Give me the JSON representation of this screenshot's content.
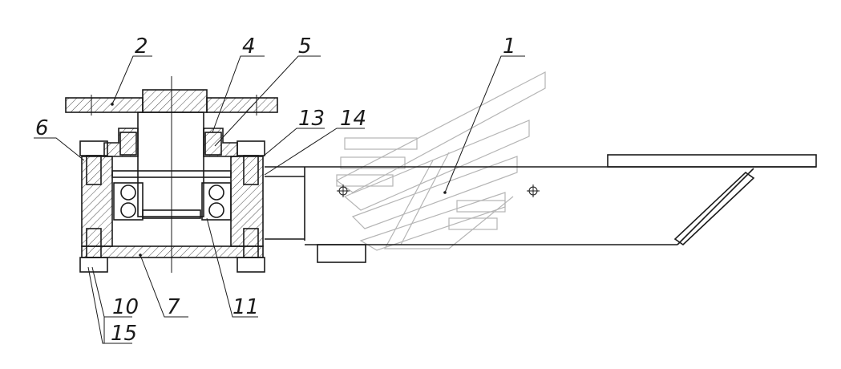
{
  "drawing": {
    "callouts": [
      {
        "id": "c1",
        "text": "1"
      },
      {
        "id": "c2",
        "text": "2"
      },
      {
        "id": "c4",
        "text": "4"
      },
      {
        "id": "c5",
        "text": "5"
      },
      {
        "id": "c6",
        "text": "6"
      },
      {
        "id": "c7",
        "text": "7"
      },
      {
        "id": "c10",
        "text": "10"
      },
      {
        "id": "c11",
        "text": "11"
      },
      {
        "id": "c13",
        "text": "13"
      },
      {
        "id": "c14",
        "text": "14"
      },
      {
        "id": "c15",
        "text": "15"
      }
    ]
  },
  "colors": {
    "ink": "#1a1a1a",
    "watermark": "#b5b5b5",
    "background": "#ffffff"
  }
}
